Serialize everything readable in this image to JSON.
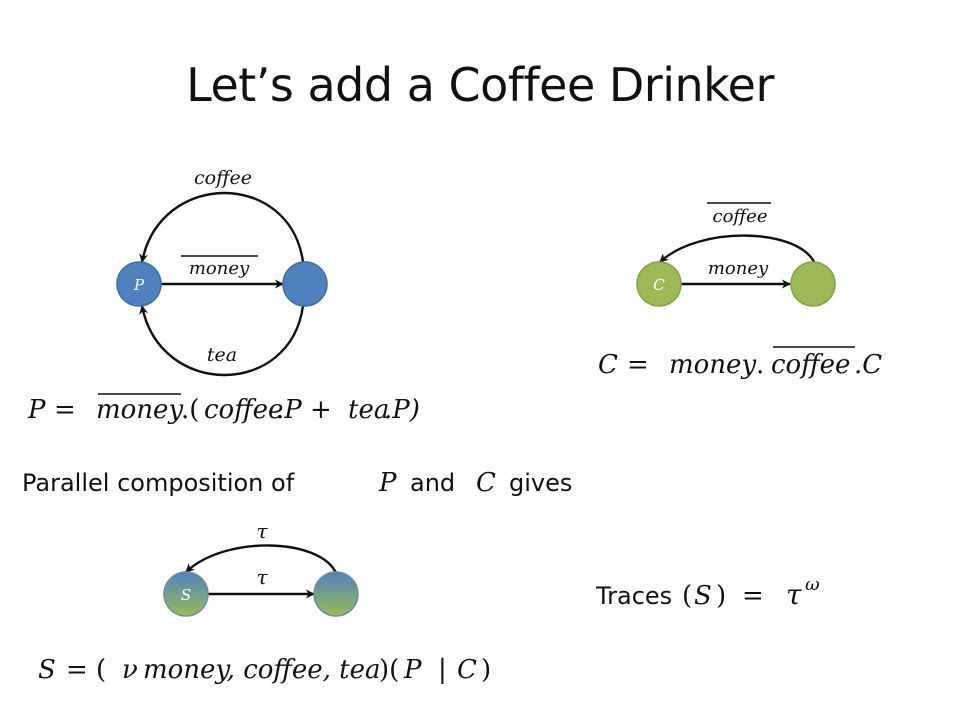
{
  "slide": {
    "title": "Let’s add a Coffee Drinker"
  },
  "diagram_p": {
    "node_label": "P",
    "arrow_top": "coffee",
    "arrow_middle": "money",
    "arrow_bottom": "tea",
    "node_color": "#4F81BD",
    "equation": {
      "lhs": "P",
      "eq": "=",
      "money_bar": "money",
      "rest_open": ".(",
      "coffee": "coffee",
      "dotP1": ".P + ",
      "tea": "tea",
      "dotP2": ".P)"
    }
  },
  "diagram_c": {
    "node_label": "C",
    "arrow_top": "coffee",
    "arrow_middle": "money",
    "node_color": "#9BBB59",
    "equation": {
      "lhs": "C",
      "eq": "=",
      "money": "money",
      "dot1": ".",
      "coffee_bar": "coffee",
      "dotC": ".C"
    }
  },
  "composition": {
    "text_part1": "Parallel composition of",
    "p": "P",
    "text_and": "and",
    "c": "C",
    "text_gives": "gives"
  },
  "diagram_s": {
    "node_label": "S",
    "arrow_top": "τ",
    "arrow_middle": "τ",
    "equation": {
      "lhs": "S",
      "eq": "= (",
      "nu": "ν",
      "args": "money, coffee, tea",
      "close": ")(",
      "p": "P",
      "bar": "|",
      "c": "C",
      "end": ")"
    }
  },
  "traces": {
    "label": "Traces",
    "open": "(",
    "s": "S",
    "close": ")",
    "eq": "=",
    "tau": "τ",
    "omega": "ω"
  }
}
